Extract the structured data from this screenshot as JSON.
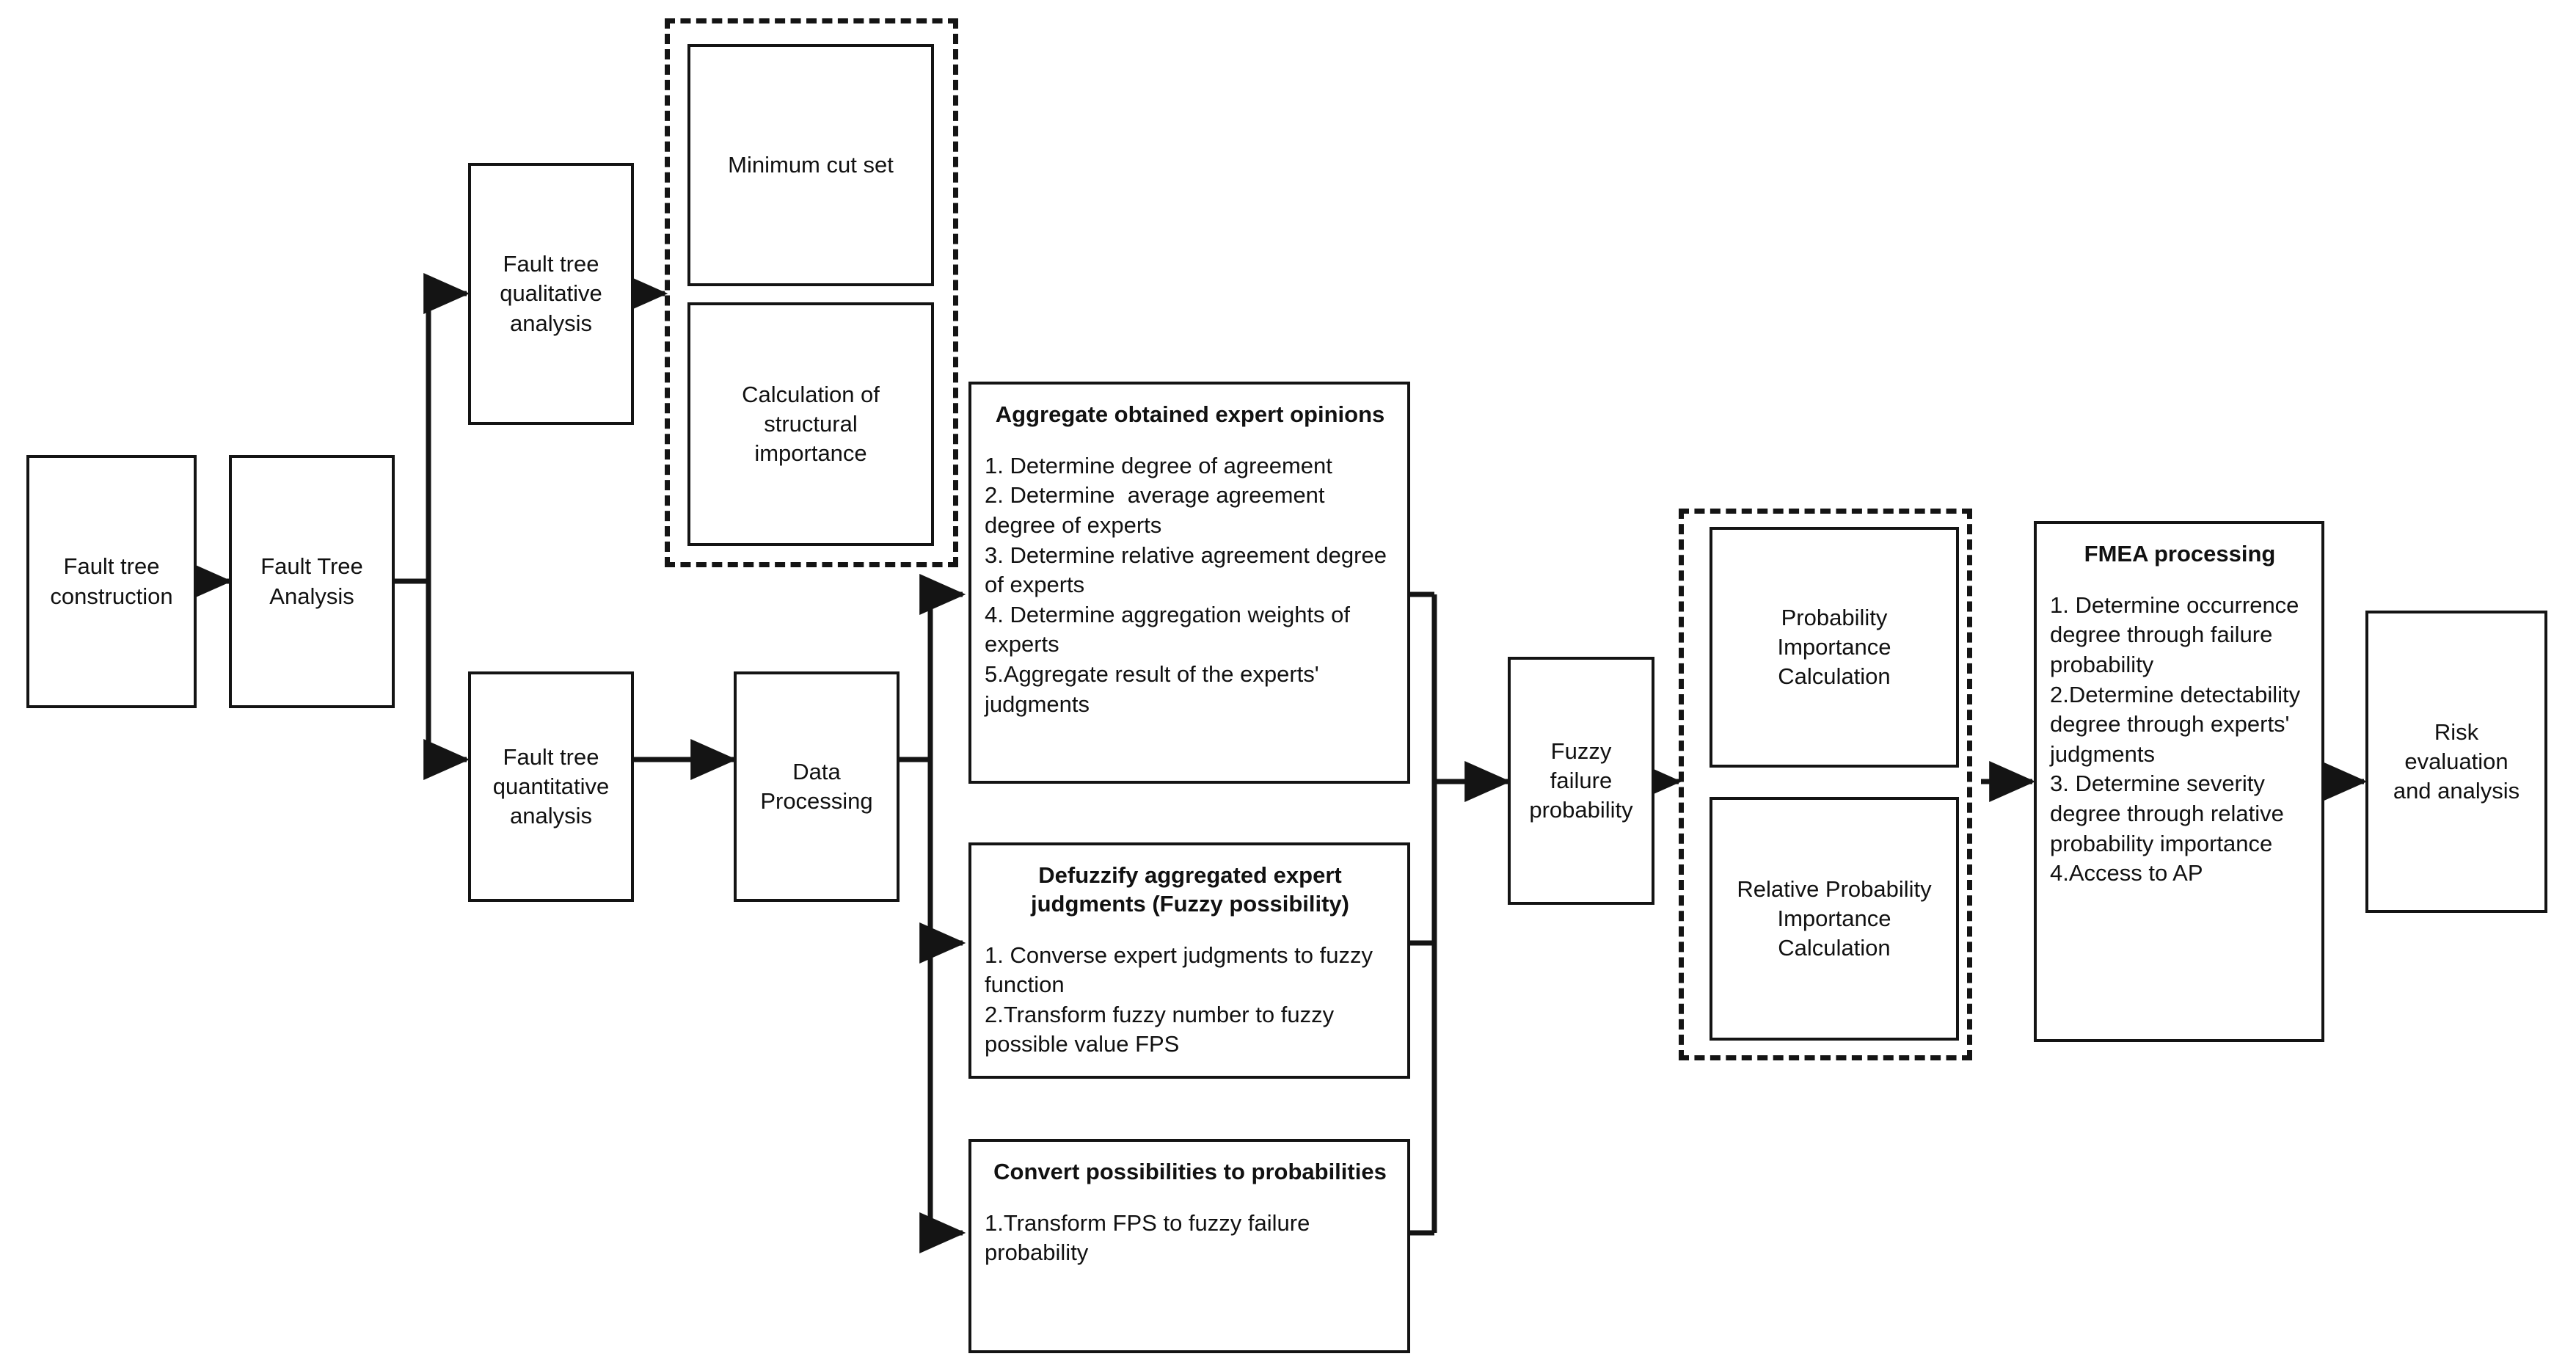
{
  "diagram": {
    "title": "Fuzzy Fault Tree Analysis and FMEA risk assessment flowchart",
    "accent_color": "#141414",
    "background": "#ffffff"
  },
  "nodes": {
    "fault_tree_construction": {
      "label": "Fault tree\nconstruction"
    },
    "fault_tree_analysis": {
      "label": "Fault Tree\nAnalysis"
    },
    "fault_tree_qualitative": {
      "label": "Fault tree\nqualitative\nanalysis"
    },
    "fault_tree_quantitative": {
      "label": "Fault tree\nquantitative\nanalysis"
    },
    "minimum_cut_set": {
      "label": "Minimum cut set"
    },
    "structural_importance": {
      "label": "Calculation of\nstructural\nimportance"
    },
    "data_processing": {
      "label": "Data\nProcessing"
    },
    "fuzzy_failure_probability": {
      "label": "Fuzzy\nfailure\nprobability"
    },
    "probability_importance": {
      "label": "Probability\nImportance\nCalculation"
    },
    "relative_probability_importance": {
      "label": "Relative Probability\nImportance\nCalculation"
    },
    "risk_evaluation": {
      "label": "Risk\nevaluation\nand analysis"
    }
  },
  "listboxes": {
    "aggregate_opinions": {
      "title": "Aggregate obtained expert opinions",
      "items": [
        "1. Determine degree of agreement",
        "2. Determine  average agreement degree of experts",
        "3. Determine relative agreement degree of experts",
        "4. Determine aggregation weights of experts",
        "5.Aggregate result of the experts' judgments"
      ]
    },
    "defuzzify": {
      "title": "Defuzzify aggregated expert judgments (Fuzzy possibility)",
      "items": [
        "1. Converse expert judgments to fuzzy function",
        "2.Transform fuzzy number to fuzzy possible value FPS"
      ]
    },
    "convert_possibilities": {
      "title": "Convert possibilities to probabilities",
      "items": [
        "1.Transform FPS to fuzzy failure probability"
      ]
    },
    "fmea_processing": {
      "title": "FMEA processing",
      "items": [
        "1. Determine occurrence degree through failure probability",
        "2.Determine detectability degree through experts' judgments",
        "3. Determine severity degree through relative probability importance",
        "4.Access to AP"
      ]
    }
  },
  "groups": {
    "qualitative_outputs": {
      "name": "qualitative-analysis-outputs-group"
    },
    "importance_outputs": {
      "name": "importance-calculation-group"
    }
  }
}
